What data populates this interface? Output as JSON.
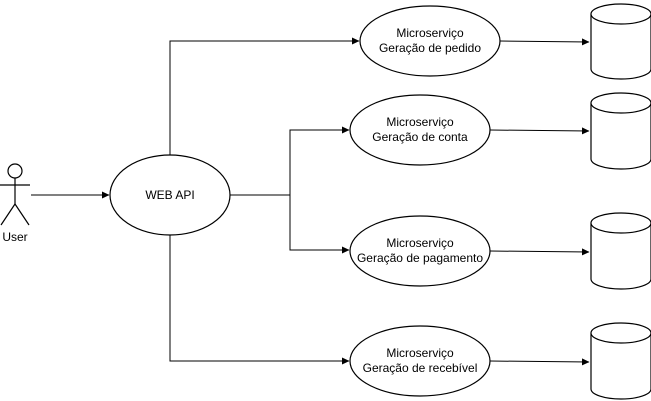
{
  "user": {
    "label": "User"
  },
  "web_api": {
    "label": "WEB API"
  },
  "services": [
    {
      "line1": "Microserviço",
      "line2": "Geração de pedido"
    },
    {
      "line1": "Microserviço",
      "line2": "Geração de conta"
    },
    {
      "line1": "Microserviço",
      "line2": "Geração de pagamento"
    },
    {
      "line1": "Microserviço",
      "line2": "Geração de recebível"
    }
  ],
  "colors": {
    "stroke": "#000000",
    "fill": "#ffffff"
  }
}
